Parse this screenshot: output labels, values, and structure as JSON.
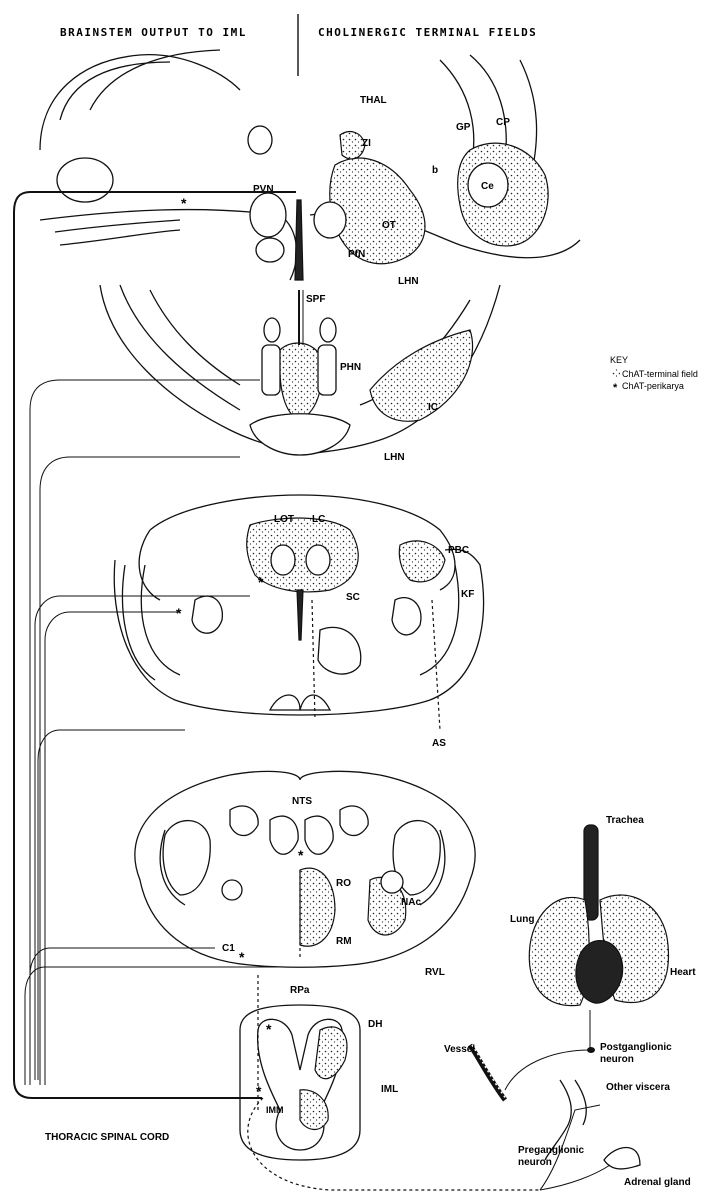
{
  "headers": {
    "left": "BRAINSTEM OUTPUT TO IML",
    "right": "CHOLINERGIC TERMINAL FIELDS"
  },
  "key": {
    "title": "KEY",
    "terminal_field": "ChAT-terminal field",
    "perikarya": "ChAT-perikarya"
  },
  "labels": {
    "thal": "THAL",
    "zi": "ZI",
    "gp": "GP",
    "cp": "CP",
    "pvn": "PVN",
    "ce": "Ce",
    "b": "b",
    "pfn": "PfN",
    "ot": "OT",
    "lhn_top": "LHN",
    "spf": "SPF",
    "phn": "PHN",
    "ic": "IC",
    "lhn_mid": "LHN",
    "lot": "LOT",
    "lc": "LC",
    "pbc": "PBC",
    "kf": "KF",
    "sc": "SC",
    "as": "AS",
    "nts": "NTS",
    "ro": "RO",
    "nac": "NAc",
    "rm": "RM",
    "c1": "C1",
    "rvl": "RVL",
    "rpa": "RPa",
    "dh": "DH",
    "iml": "IML",
    "imm": "IMM",
    "spinal_cord": "THORACIC SPINAL CORD"
  },
  "organs": {
    "trachea": "Trachea",
    "lung": "Lung",
    "heart": "Heart",
    "vessel": "Vessel",
    "postganglionic": "Postganglionic",
    "postganglionic_2": "neuron",
    "other_viscera": "Other viscera",
    "preganglionic": "Preganglionic",
    "preganglionic_2": "neuron",
    "adrenal": "Adrenal gland"
  }
}
